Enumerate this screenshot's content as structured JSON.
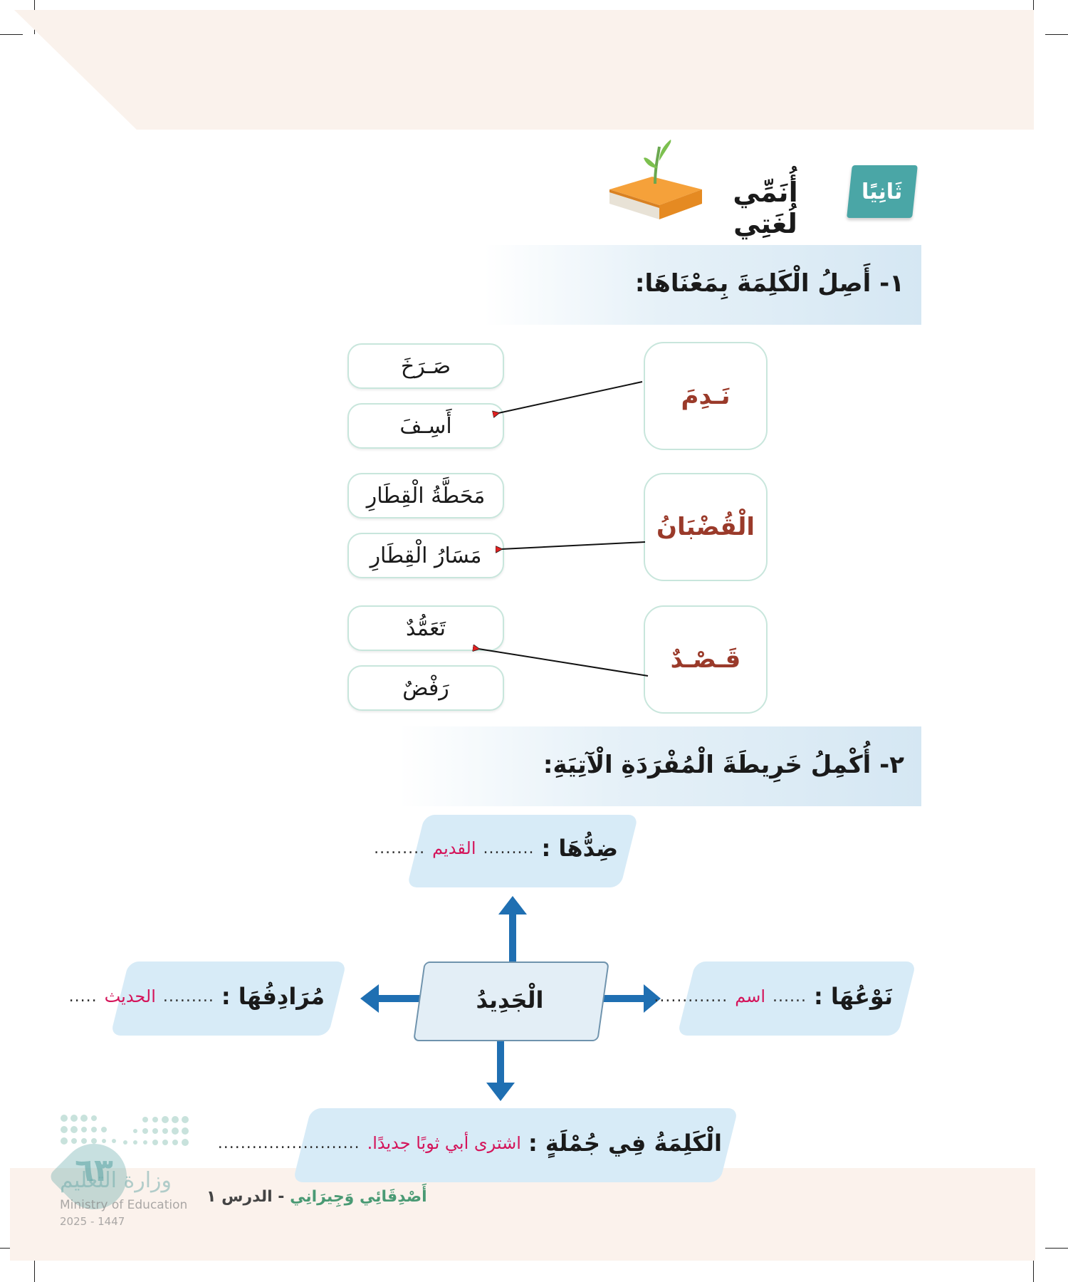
{
  "section": {
    "badge": "ثَانِيًا",
    "title": "أُنَمِّي لُغَتِي"
  },
  "q1": {
    "text": "١- أَصِلُ الْكَلِمَةَ بِمَعْنَاهَا:",
    "groups": [
      {
        "word": "نَـدِمَ",
        "options": [
          "صَـرَخَ",
          "أَسِـفَ"
        ],
        "answer_index": 1
      },
      {
        "word": "الْقُضْبَانُ",
        "options": [
          "مَحَطَّةُ الْقِطَارِ",
          "مَسَارُ الْقِطَارِ"
        ],
        "answer_index": 1
      },
      {
        "word": "قَـصْـدٌ",
        "options": [
          "تَعَمُّدٌ",
          "رَفْضٌ"
        ],
        "answer_index": 0
      }
    ]
  },
  "q2": {
    "text": "٢- أُكْمِلُ خَرِيطَةَ الْمُفْرَدَةِ الْآتِيَةِ:",
    "center": "الْجَدِيدُ",
    "opposite": {
      "label": "ضِدُّهَا :",
      "answer": "القديم"
    },
    "type": {
      "label": "نَوْعُهَا :",
      "answer": "اسم"
    },
    "synonym": {
      "label": "مُرَادِفُهَا :",
      "answer": "الحديث"
    },
    "sentence": {
      "label": "الْكَلِمَةُ فِي جُمْلَةٍ :",
      "answer": "اشترى أبي ثوبًا جديدًا."
    }
  },
  "footer": {
    "book": "أَصْدِقَائِي وَجِيرَانِي",
    "lesson": "- الدرس ١"
  },
  "watermark": {
    "page_number": "٦٣",
    "ministry_ar": "وزارة التعليم",
    "ministry_en": "Ministry of Education",
    "year": "2025 - 1447"
  },
  "colors": {
    "teal": "#4aa6a6",
    "main_word": "#9a3a2a",
    "answer": "#d4145a",
    "arrow_blue": "#1f6fb2",
    "box_border": "#c8e6dc"
  }
}
